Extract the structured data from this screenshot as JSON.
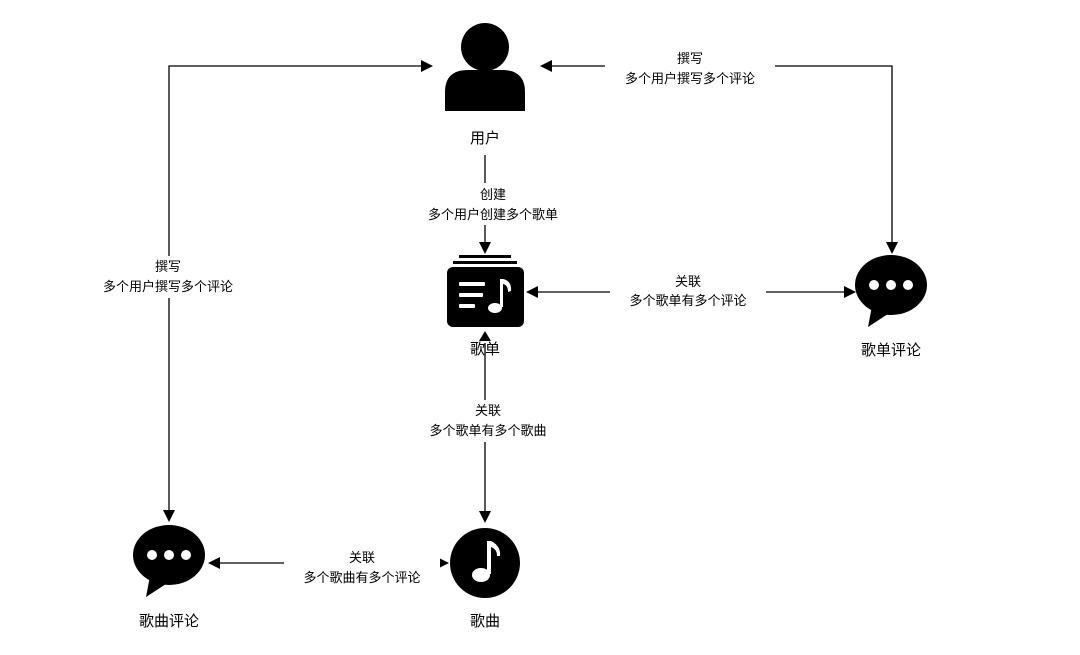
{
  "colors": {
    "stroke": "#000000",
    "background": "#ffffff"
  },
  "nodes": {
    "user": {
      "label": "用户",
      "icon": "user-icon"
    },
    "playlist": {
      "label": "歌单",
      "icon": "playlist-icon"
    },
    "playlist_comment": {
      "label": "歌单评论",
      "icon": "chat-bubble-icon"
    },
    "song": {
      "label": "歌曲",
      "icon": "music-note-icon"
    },
    "song_comment": {
      "label": "歌曲评论",
      "icon": "chat-bubble-icon"
    }
  },
  "edges": {
    "user_playlist": {
      "verb": "创建",
      "detail": "多个用户创建多个歌单"
    },
    "user_playlist_comment": {
      "verb": "撰写",
      "detail": "多个用户撰写多个评论"
    },
    "user_song_comment": {
      "verb": "撰写",
      "detail": "多个用户撰写多个评论"
    },
    "playlist_playlist_comment": {
      "verb": "关联",
      "detail": "多个歌单有多个评论"
    },
    "playlist_song": {
      "verb": "关联",
      "detail": "多个歌单有多个歌曲"
    },
    "song_song_comment": {
      "verb": "关联",
      "detail": "多个歌曲有多个评论"
    }
  }
}
